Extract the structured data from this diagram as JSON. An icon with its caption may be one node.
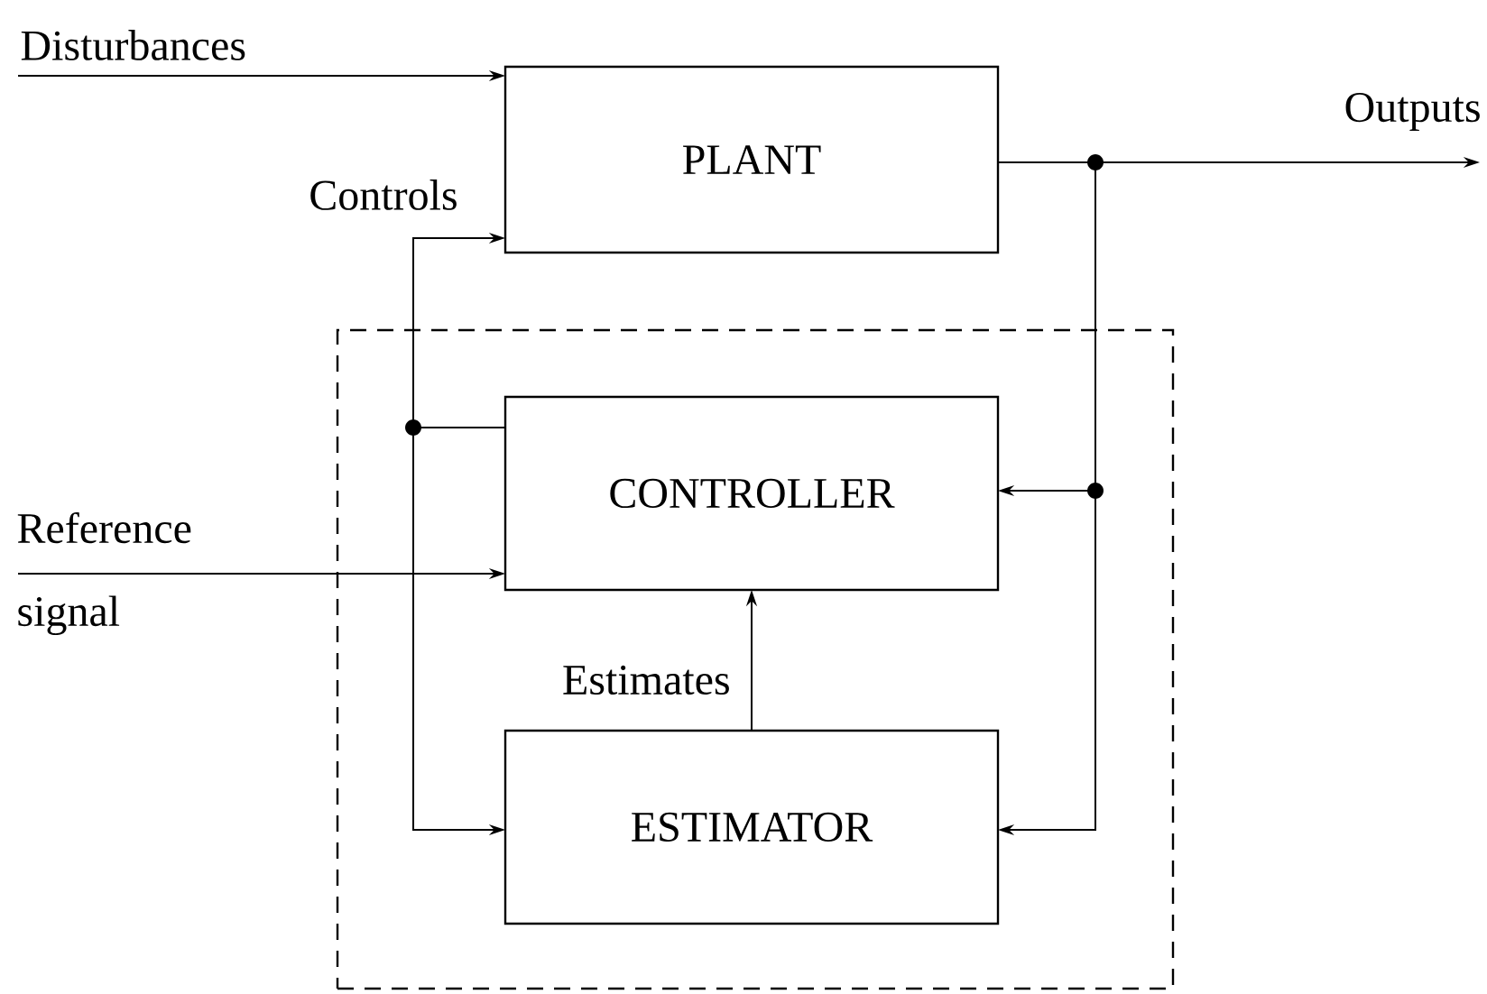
{
  "diagram": {
    "nodes": [
      {
        "text": [
          "PLANT"
        ]
      },
      {
        "text": [],
        "shape": "box"
      },
      {
        "text": [
          "CONTROLLER"
        ],
        "in": 1
      },
      {
        "text": [
          "ESTIMATOR"
        ],
        "in": 1
      }
    ],
    "edges": [
      {
        "from": null,
        "to": 0,
        "arrow": "to",
        "label": "Disturbances"
      },
      {
        "from": 0,
        "to": null,
        "arrow": "to",
        "label": "Outputs"
      },
      {
        "from": 2,
        "to": 0,
        "arrow": "to",
        "label": "Controls"
      },
      {
        "from": 2,
        "to": 3,
        "arrow": "to"
      },
      {
        "from": 0,
        "to": 2,
        "arrow": "to"
      },
      {
        "from": 0,
        "to": 3,
        "arrow": "to"
      },
      {
        "from": null,
        "to": 2,
        "arrow": "to",
        "label": "Reference signal"
      },
      {
        "from": 3,
        "to": 2,
        "arrow": "to",
        "label": "Estimates"
      }
    ]
  }
}
